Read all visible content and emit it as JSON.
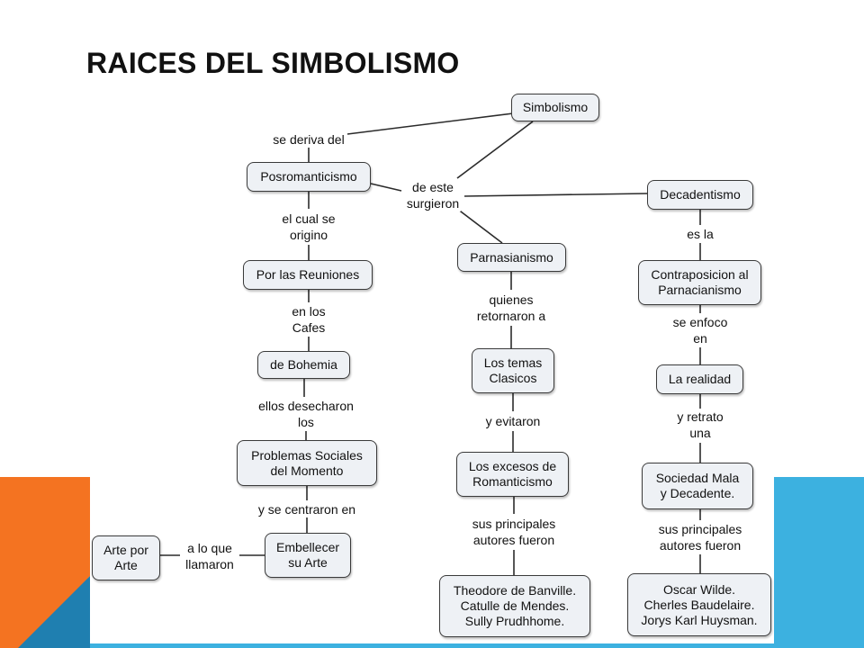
{
  "slide": {
    "title": "RAICES DEL SIMBOLISMO",
    "colors": {
      "orange": "#f47321",
      "blue": "#3cb1e0",
      "dark_blue": "#1f7fb0",
      "node_fill": "#eef1f5",
      "line": "#2b2b2b"
    }
  },
  "nodes": {
    "simbolismo": "Simbolismo",
    "posromanticismo": "Posromanticismo",
    "decadentismo": "Decadentismo",
    "parnasianismo": "Parnasianismo",
    "reuniones": "Por las Reuniones",
    "contraposicion": "Contraposicion al\nParnacianismo",
    "bohemia": "de Bohemia",
    "temas": "Los temas\nClasicos",
    "realidad": "La realidad",
    "problemas": "Problemas Sociales\ndel Momento",
    "excesos": "Los excesos de\nRomanticismo",
    "sociedad": "Sociedad Mala\ny Decadente.",
    "arte_por_arte": "Arte por\nArte",
    "embellecer": "Embellecer\nsu Arte",
    "banville": "Theodore de Banville.\nCatulle de Mendes.\nSully Prudhhome.",
    "wilde": "Oscar Wilde.\nCherles Baudelaire.\nJorys Karl Huysman."
  },
  "links": {
    "se_deriva_del": "se deriva del",
    "de_este_surgieron": "de este\nsurgieron",
    "el_cual_se_origino": "el cual se\norigino",
    "es_la": "es la",
    "quienes_retornaron": "quienes\nretornaron a",
    "en_los_cafes": "en los\nCafes",
    "se_enfoco_en": "se enfoco\nen",
    "ellos_desecharon": "ellos desecharon\nlos",
    "y_evitaron": "y evitaron",
    "y_retrato_una": "y retrato\nuna",
    "y_se_centraron": "y se centraron en",
    "a_lo_que_llamaron": "a lo que\nllamaron",
    "autores_mid": "sus principales\nautores fueron",
    "autores_right": "sus principales\nautores fueron"
  }
}
